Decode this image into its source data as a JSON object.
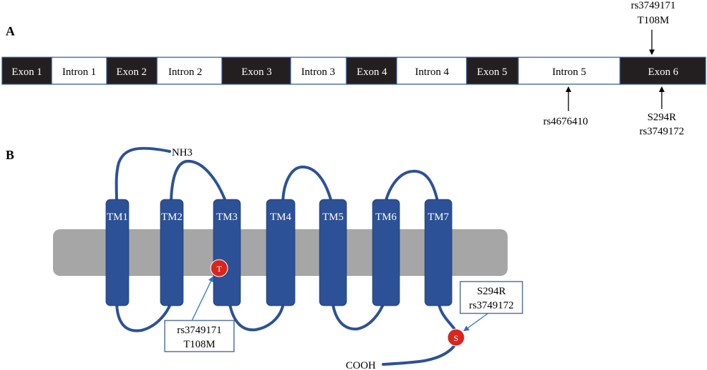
{
  "panel_a": {
    "label": "A",
    "segments": [
      {
        "label": "Exon 1",
        "kind": "exon"
      },
      {
        "label": "Intron 1",
        "kind": "intron"
      },
      {
        "label": "Exon 2",
        "kind": "exon"
      },
      {
        "label": "Intron 2",
        "kind": "intron"
      },
      {
        "label": "Exon 3",
        "kind": "exon"
      },
      {
        "label": "Intron 3",
        "kind": "intron"
      },
      {
        "label": "Exon 4",
        "kind": "exon"
      },
      {
        "label": "Intron 4",
        "kind": "intron"
      },
      {
        "label": "Exon 5",
        "kind": "exon"
      },
      {
        "label": "Intron 5",
        "kind": "intron"
      },
      {
        "label": "Exon 6",
        "kind": "exon"
      }
    ],
    "snp_top": {
      "line1": "rs3749171",
      "line2": "T108M"
    },
    "snp_intron5": {
      "label": "rs4676410"
    },
    "snp_bottom": {
      "line1": "S294R",
      "line2": "rs3749172"
    }
  },
  "panel_b": {
    "label": "B",
    "helices": [
      "TM1",
      "TM2",
      "TM3",
      "TM4",
      "TM5",
      "TM6",
      "TM7"
    ],
    "n_terminus": "NH3",
    "c_terminus": "COOH",
    "variant_t": {
      "letter": "T",
      "line1": "rs3749171",
      "line2": "T108M"
    },
    "variant_s": {
      "letter": "S",
      "line1": "S294R",
      "line2": "rs3749172"
    }
  },
  "colors": {
    "exon": "#231f20",
    "intron": "#ffffff",
    "gene_border": "#2b4f8f",
    "helix": "#2c5196",
    "loop": "#2c5196",
    "membrane": "#a6a6a6",
    "variant": "#d7261e",
    "callout_border": "#2b4f8f"
  }
}
